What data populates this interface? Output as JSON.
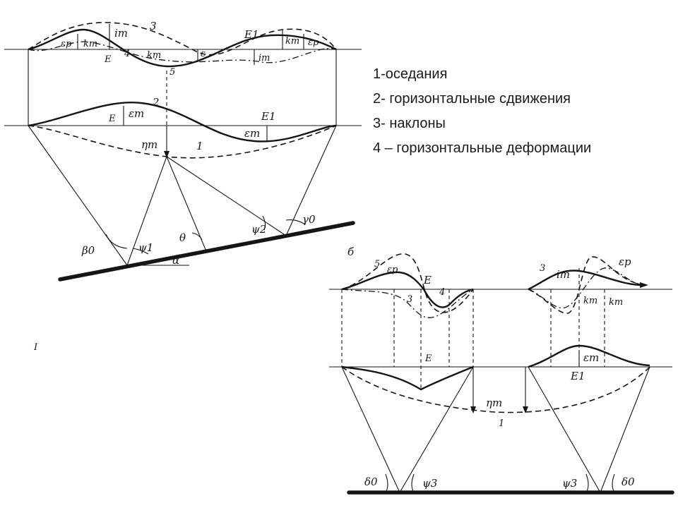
{
  "legend": {
    "items": [
      "1-оседания",
      "2- горизонтальные сдвижения",
      "3- наклоны",
      "4 – горизонтальные деформации"
    ]
  },
  "figure_a": {
    "labels": {
      "curve_1": "1",
      "curve_2": "2",
      "curve_3": "3",
      "curve_4": "4",
      "curve_5": "5",
      "eps_p_left": "εp",
      "k_m_left": "km",
      "i_m_top": "im",
      "E_top": "E",
      "k_m_mid": "km",
      "eps_mid": "ε",
      "E1_top": "E1",
      "k_m_right": "km",
      "eps_p_right": "εp",
      "i_m_right": "im",
      "E_mid": "E",
      "eps_m_mid": "εm",
      "E1_mid": "E1",
      "eps_m_right": "εm",
      "eta_m": "ηm",
      "beta_0": "β0",
      "psi_1": "ψ1",
      "theta": "θ",
      "alpha": "α",
      "psi_2": "ψ2",
      "gamma_0": "γ0"
    }
  },
  "figure_b": {
    "labels": {
      "fig_letter": "б",
      "curve_5": "5",
      "eps_p_left": "εp",
      "E_top": "E",
      "curve_3_left": "3",
      "curve_4": "4",
      "curve_3_right": "3",
      "i_m": "im",
      "eps_p_right": "εp",
      "k_m_1": "km",
      "k_m_2": "km",
      "E_mid": "E",
      "eps_m": "εm",
      "E1": "E1",
      "eta_m": "ηm",
      "curve_1": "1",
      "delta_0_left": "δ0",
      "psi_3_left": "ψ3",
      "psi_3_right": "ψ3",
      "delta_0_right": "δ0"
    }
  },
  "stray_mark": "I"
}
